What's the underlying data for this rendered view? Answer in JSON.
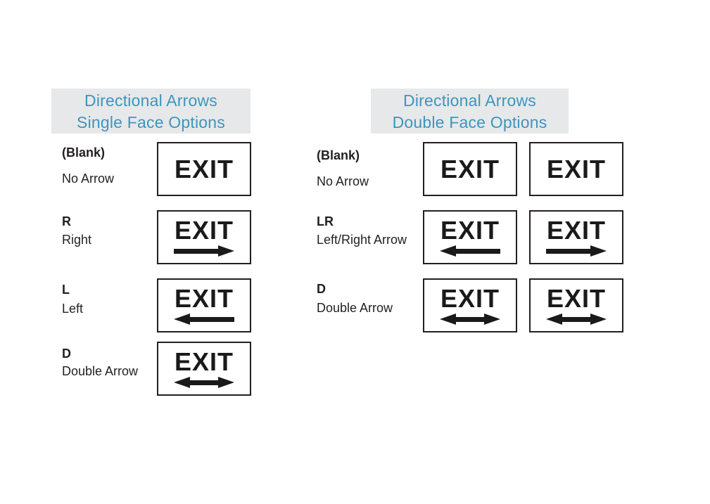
{
  "colors": {
    "page_bg": "#ffffff",
    "header_bg": "#e7e8e9",
    "header_text": "#3c96be",
    "label_text": "#231f20",
    "sign_border": "#231f20",
    "sign_ink": "#1a1a1a"
  },
  "single_face": {
    "header": {
      "line1": "Directional Arrows",
      "line2": "Single Face Options"
    },
    "rows": [
      {
        "code": "(Blank)",
        "label": "No Arrow",
        "signs": [
          {
            "text": "EXIT",
            "arrow": "none"
          }
        ]
      },
      {
        "code": "R",
        "label": "Right",
        "signs": [
          {
            "text": "EXIT",
            "arrow": "right"
          }
        ]
      },
      {
        "code": "L",
        "label": "Left",
        "signs": [
          {
            "text": "EXIT",
            "arrow": "left"
          }
        ]
      },
      {
        "code": "D",
        "label": "Double Arrow",
        "signs": [
          {
            "text": "EXIT",
            "arrow": "double"
          }
        ]
      }
    ]
  },
  "double_face": {
    "header": {
      "line1": "Directional Arrows",
      "line2": "Double Face Options"
    },
    "rows": [
      {
        "code": "(Blank)",
        "label": "No Arrow",
        "signs": [
          {
            "text": "EXIT",
            "arrow": "none"
          },
          {
            "text": "EXIT",
            "arrow": "none"
          }
        ]
      },
      {
        "code": "LR",
        "label": "Left/Right Arrow",
        "signs": [
          {
            "text": "EXIT",
            "arrow": "left"
          },
          {
            "text": "EXIT",
            "arrow": "right"
          }
        ]
      },
      {
        "code": "D",
        "label": "Double Arrow",
        "signs": [
          {
            "text": "EXIT",
            "arrow": "double"
          },
          {
            "text": "EXIT",
            "arrow": "double"
          }
        ]
      }
    ]
  }
}
